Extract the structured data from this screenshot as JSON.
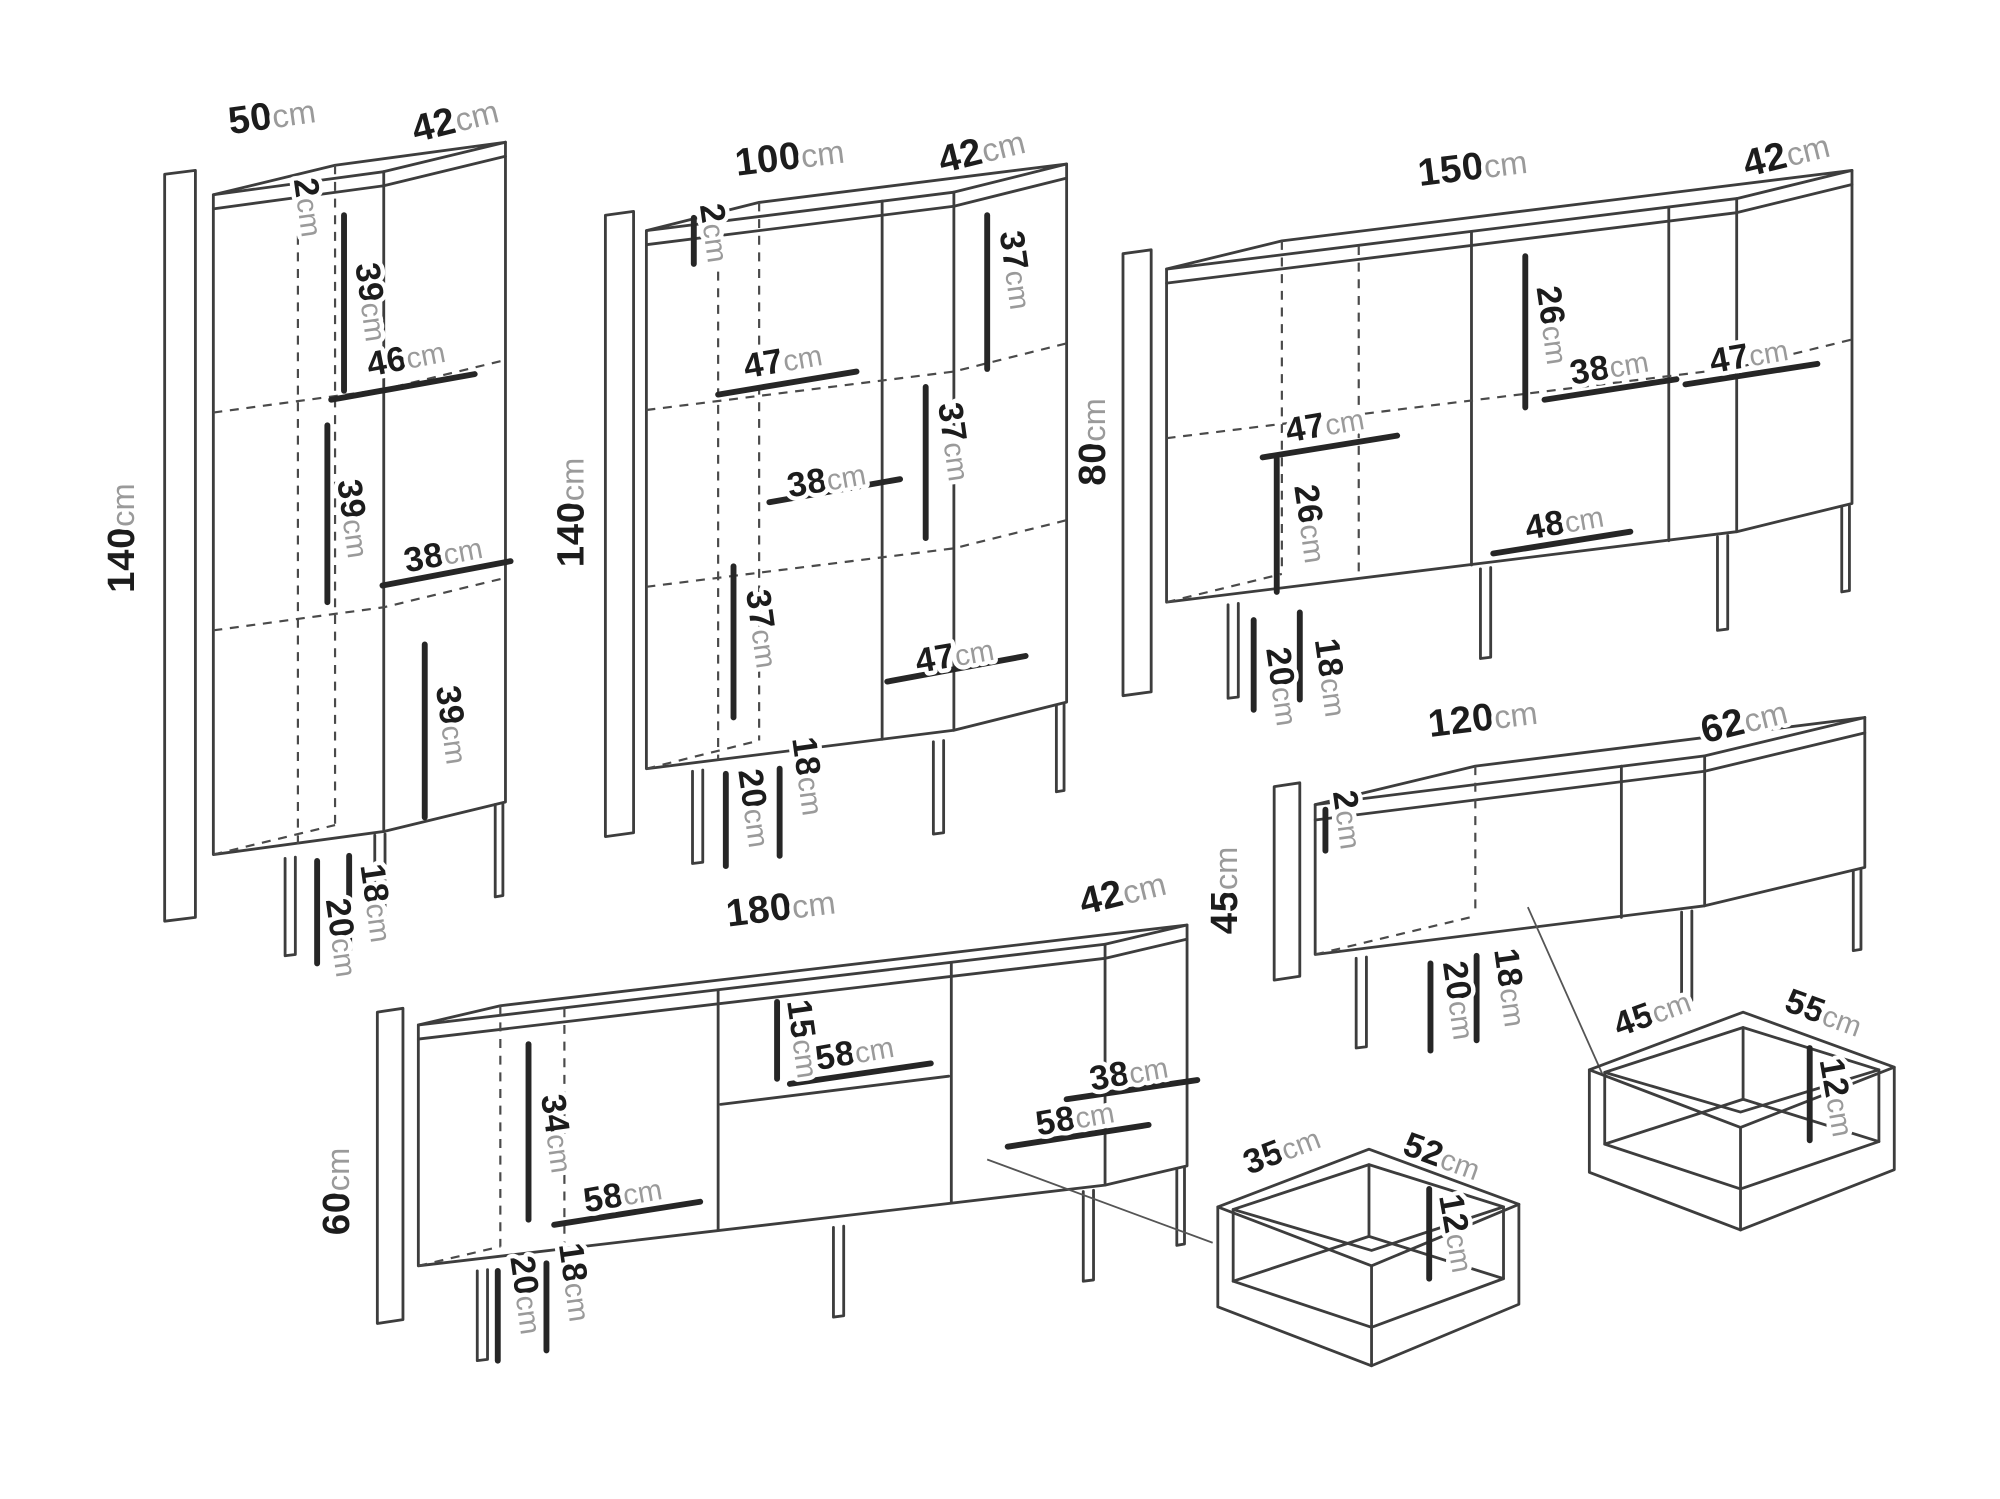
{
  "unit_label": "cm",
  "line_color": "#3d3d3d",
  "background_color": "#ffffff",
  "pieces": [
    {
      "id": "tall-cabinet",
      "overall": {
        "width": "50",
        "depth": "42",
        "height": "140"
      },
      "labels": [
        {
          "v": "50"
        },
        {
          "v": "42"
        },
        {
          "v": "2"
        },
        {
          "v": "39"
        },
        {
          "v": "46"
        },
        {
          "v": "39"
        },
        {
          "v": "38"
        },
        {
          "v": "39"
        },
        {
          "v": "140"
        },
        {
          "v": "18"
        },
        {
          "v": "20"
        }
      ]
    },
    {
      "id": "highboard",
      "overall": {
        "width": "100",
        "depth": "42",
        "height": "140"
      },
      "labels": [
        {
          "v": "100"
        },
        {
          "v": "42"
        },
        {
          "v": "2"
        },
        {
          "v": "37"
        },
        {
          "v": "47"
        },
        {
          "v": "37"
        },
        {
          "v": "38"
        },
        {
          "v": "140"
        },
        {
          "v": "37"
        },
        {
          "v": "47"
        },
        {
          "v": "18"
        },
        {
          "v": "20"
        }
      ]
    },
    {
      "id": "sideboard",
      "overall": {
        "width": "150",
        "depth": "42",
        "height": "80"
      },
      "labels": [
        {
          "v": "150"
        },
        {
          "v": "42"
        },
        {
          "v": "80"
        },
        {
          "v": "26"
        },
        {
          "v": "38"
        },
        {
          "v": "47"
        },
        {
          "v": "47"
        },
        {
          "v": "26"
        },
        {
          "v": "48"
        },
        {
          "v": "18"
        },
        {
          "v": "20"
        }
      ]
    },
    {
      "id": "coffee-table",
      "overall": {
        "width": "120",
        "depth": "62",
        "height": "45"
      },
      "labels": [
        {
          "v": "120"
        },
        {
          "v": "62"
        },
        {
          "v": "2"
        },
        {
          "v": "45"
        },
        {
          "v": "18"
        },
        {
          "v": "20"
        }
      ]
    },
    {
      "id": "tv-stand",
      "overall": {
        "width": "180",
        "depth": "42",
        "height": "60"
      },
      "labels": [
        {
          "v": "180"
        },
        {
          "v": "42"
        },
        {
          "v": "60"
        },
        {
          "v": "34"
        },
        {
          "v": "15"
        },
        {
          "v": "58"
        },
        {
          "v": "38"
        },
        {
          "v": "58"
        },
        {
          "v": "58"
        },
        {
          "v": "18"
        },
        {
          "v": "20"
        }
      ]
    },
    {
      "id": "drawer-small",
      "overall": {
        "width": "52",
        "depth": "35",
        "height": "12"
      },
      "labels": [
        {
          "v": "35"
        },
        {
          "v": "52"
        },
        {
          "v": "12"
        }
      ]
    },
    {
      "id": "drawer-large",
      "overall": {
        "width": "55",
        "depth": "45",
        "height": "12"
      },
      "labels": [
        {
          "v": "45"
        },
        {
          "v": "55"
        },
        {
          "v": "12"
        }
      ]
    }
  ]
}
